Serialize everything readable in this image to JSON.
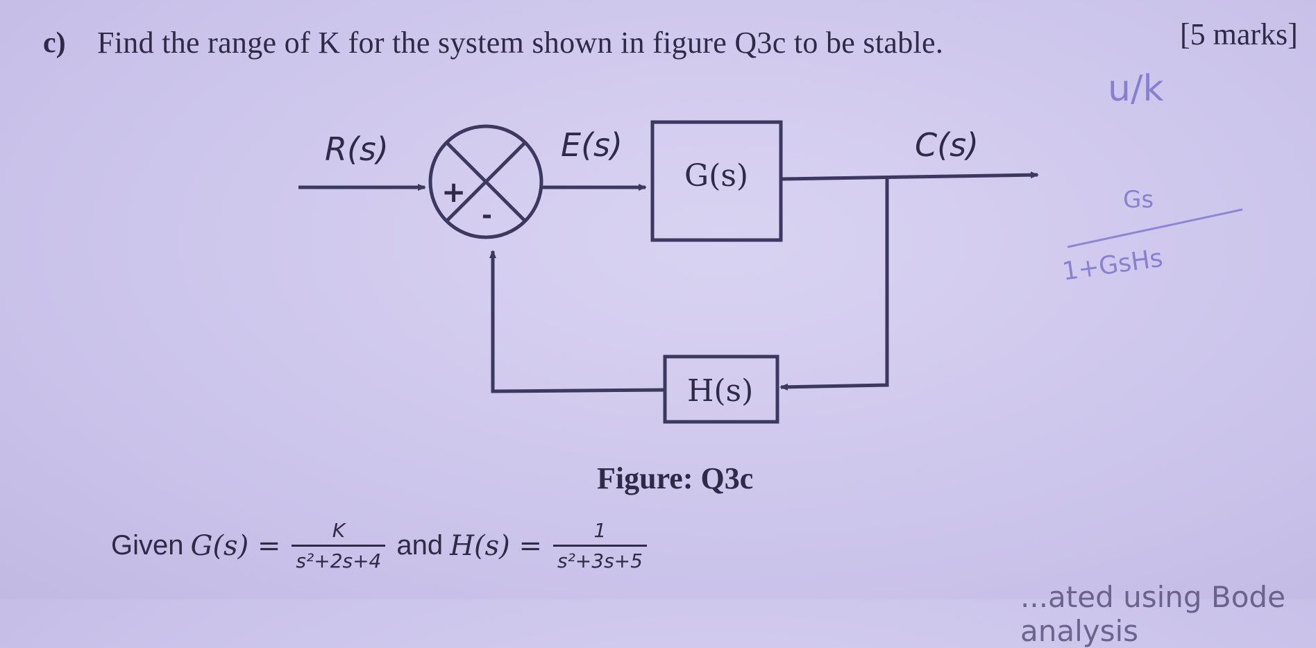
{
  "question": {
    "label": "c)",
    "text": "Find the range of K for the system shown in figure Q3c to be stable.",
    "marks": "[5 marks]"
  },
  "diagram": {
    "input_label": "R(s)",
    "error_label": "E(s)",
    "output_label": "C(s)",
    "forward_block": "G(s)",
    "feedback_block": "H(s)",
    "sum_plus": "+",
    "sum_minus": "-",
    "caption": "Figure: Q3c"
  },
  "given": {
    "prefix": "Given",
    "g_lhs": "G(s) =",
    "g_num": "K",
    "g_den": "s²+2s+4",
    "connector": "and",
    "h_lhs": "H(s) =",
    "h_num": "1",
    "h_den": "s²+3s+5"
  },
  "handwriting": {
    "top_note": "u/k",
    "fraction_num": "Gs",
    "fraction_den": "1+GsHs"
  },
  "bottom_partial_text": "...ated using Bode analysis"
}
